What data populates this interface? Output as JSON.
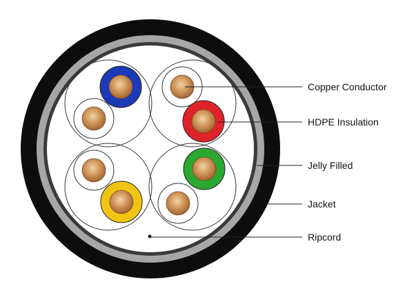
{
  "diagram": {
    "labels": [
      {
        "id": "copper",
        "text": "Copper Conductor"
      },
      {
        "id": "insulation",
        "text": "HDPE Insulation"
      },
      {
        "id": "jelly",
        "text": "Jelly Filled"
      },
      {
        "id": "jacket",
        "text": "Jacket"
      },
      {
        "id": "ripcord",
        "text": "Ripcord"
      }
    ],
    "colors": {
      "jacket": "#0d0d0d",
      "jelly_ring": "#a6a6a6",
      "fill": "#ffffff",
      "blue_insulation": "#1c39b8",
      "red_insulation": "#e0232a",
      "green_insulation": "#2aa832",
      "yellow_insulation": "#f2c412",
      "copper": "#c88a4e",
      "leader_line": "#222222"
    },
    "pairs": [
      {
        "colored": "blue",
        "colored_position": "top"
      },
      {
        "colored": "red",
        "colored_position": "bottom"
      },
      {
        "colored": "yellow",
        "colored_position": "bottom"
      },
      {
        "colored": "green",
        "colored_position": "top"
      }
    ]
  }
}
